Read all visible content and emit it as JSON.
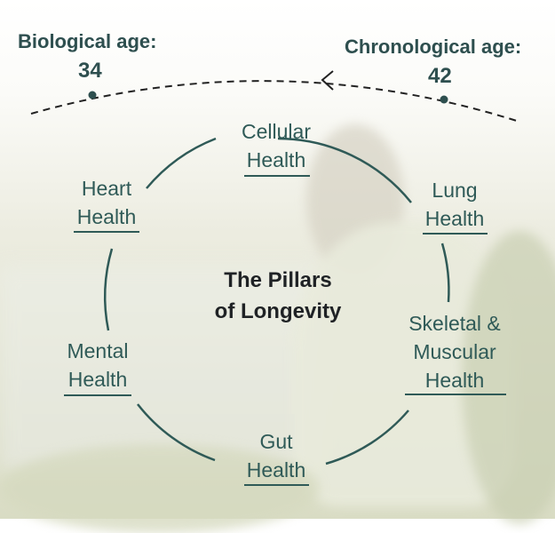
{
  "header": {
    "biological_label": "Biological age:",
    "biological_value": "34",
    "chronological_label": "Chronological age:",
    "chronological_value": "42"
  },
  "title": {
    "line1": "The Pillars",
    "line2": "of Longevity"
  },
  "pillars": [
    {
      "line1": "Cellular",
      "line2": "Health"
    },
    {
      "line1": "Lung",
      "line2": "Health"
    },
    {
      "line1": "Skeletal &",
      "line2": "Muscular",
      "line3": "Health"
    },
    {
      "line1": "Gut",
      "line2": "Health"
    },
    {
      "line1": "Mental",
      "line2": "Health"
    },
    {
      "line1": "Heart",
      "line2": "Health"
    }
  ],
  "colors": {
    "accent": "#2f5a57",
    "title": "#1f2225"
  }
}
